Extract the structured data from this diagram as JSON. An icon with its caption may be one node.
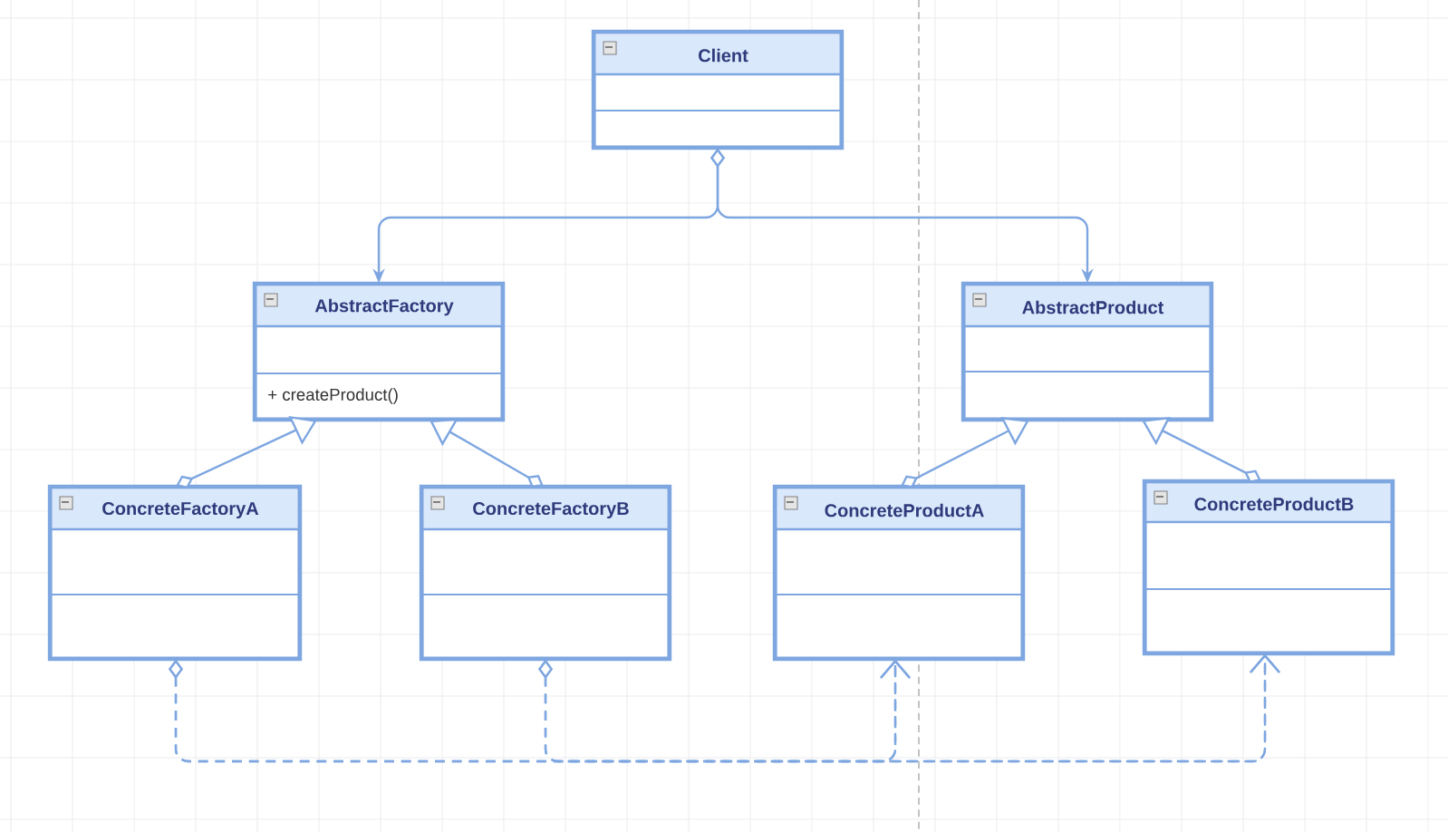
{
  "diagram": {
    "nodes": [
      {
        "text": [
          "Client"
        ]
      },
      {
        "text": [
          "AbstractFactory",
          "+ createProduct()"
        ]
      },
      {
        "text": [
          "AbstractProduct"
        ]
      },
      {
        "text": [
          "ConcreteFactoryA"
        ]
      },
      {
        "text": [
          "ConcreteFactoryB"
        ]
      },
      {
        "text": [
          "ConcreteProductA"
        ]
      },
      {
        "text": [
          "ConcreteProductB"
        ]
      }
    ],
    "edges": [
      {
        "from": 0,
        "to": 1,
        "arrow": "to"
      },
      {
        "from": 0,
        "to": 2,
        "arrow": "to"
      },
      {
        "from": 3,
        "to": 1,
        "arrow": "to"
      },
      {
        "from": 4,
        "to": 1,
        "arrow": "to"
      },
      {
        "from": 5,
        "to": 2,
        "arrow": "to"
      },
      {
        "from": 6,
        "to": 2,
        "arrow": "to"
      },
      {
        "from": 3,
        "to": 5,
        "arrow": "to",
        "style": "dashed"
      },
      {
        "from": 3,
        "to": 6,
        "arrow": "to",
        "style": "dashed"
      },
      {
        "from": 4,
        "to": 5,
        "arrow": "to",
        "style": "dashed"
      },
      {
        "from": 4,
        "to": 6,
        "arrow": "to",
        "style": "dashed"
      }
    ]
  }
}
